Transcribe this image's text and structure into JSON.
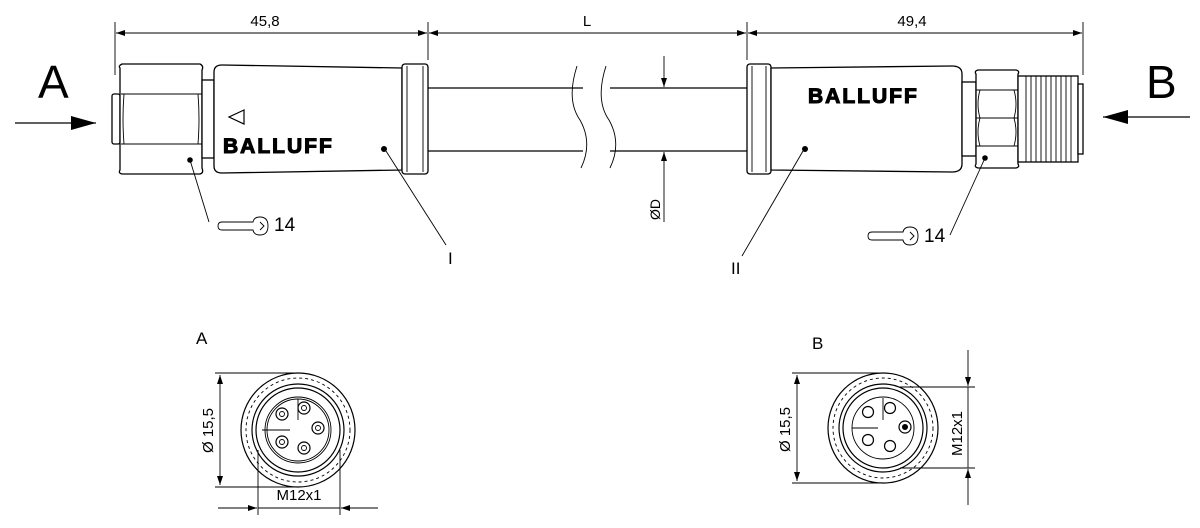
{
  "drawing": {
    "view_labels": {
      "left": "A",
      "right": "B"
    },
    "dimensions": {
      "left_connector": "45,8",
      "cable_length": "L",
      "right_connector": "49,4",
      "cable_diameter": "ØD"
    },
    "brand": "BALLUFF",
    "wrench": {
      "left": "14",
      "right": "14"
    },
    "callouts": {
      "left": "I",
      "right": "II"
    },
    "face_views": {
      "a": {
        "label": "A",
        "diameter": "Ø 15,5",
        "thread": "M12x1"
      },
      "b": {
        "label": "B",
        "diameter": "Ø 15,5",
        "thread": "M12x1"
      }
    }
  }
}
